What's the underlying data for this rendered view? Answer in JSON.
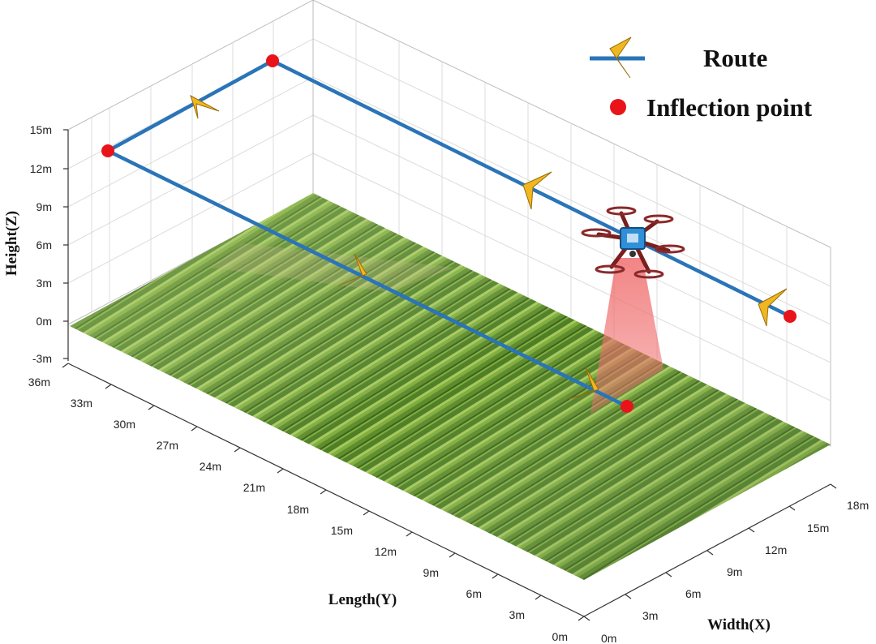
{
  "legend": {
    "route_label": "Route",
    "inflection_label": "Inflection point"
  },
  "axes": {
    "z_title": "Height(Z)",
    "y_title": "Length(Y)",
    "x_title": "Width(X)",
    "z_ticks": [
      "15m",
      "12m",
      "9m",
      "6m",
      "3m",
      "0m",
      "-3m"
    ],
    "y_ticks": [
      "36m",
      "33m",
      "30m",
      "27m",
      "24m",
      "21m",
      "18m",
      "15m",
      "12m",
      "9m",
      "6m",
      "3m",
      "0m"
    ],
    "x_ticks": [
      "0m",
      "3m",
      "6m",
      "9m",
      "12m",
      "15m",
      "18m"
    ]
  },
  "colors": {
    "route": "#2a74b8",
    "inflection": "#e8141a",
    "arrow": "#f1b722",
    "field_dark": "#3d6a1c",
    "field_light": "#8fb84a",
    "beam": "#f07070",
    "drone_frame": "#7a1e1e",
    "drone_body": "#2f8fd8"
  },
  "icons": {
    "route_arrow": "chevron-arrow-icon",
    "drone": "hexacopter-drone-icon"
  }
}
